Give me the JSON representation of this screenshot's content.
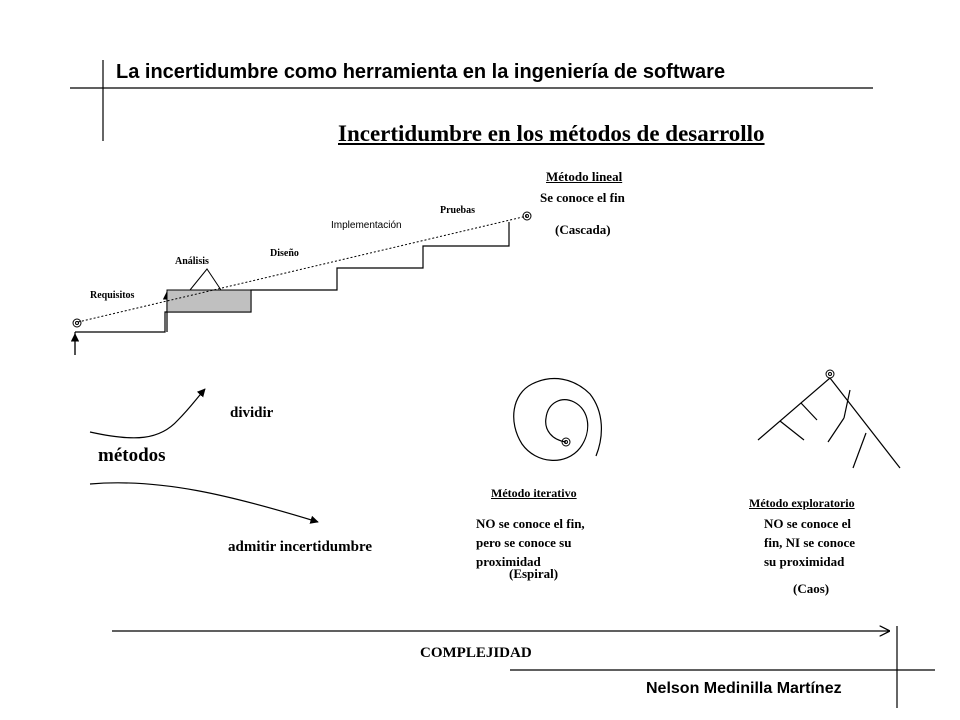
{
  "header": {
    "title": "La incertidumbre como herramienta en la ingeniería de software"
  },
  "slide": {
    "heading": "Incertidumbre en los métodos de desarrollo"
  },
  "linear": {
    "name": "Método lineal",
    "desc": "Se conoce el fin",
    "alias": "(Cascada)",
    "phases": [
      "Requisitos",
      "Análisis",
      "Diseño",
      "Implementación",
      "Pruebas"
    ]
  },
  "methods": {
    "label": "métodos",
    "divide": "dividir",
    "admit": "admitir incertidumbre"
  },
  "iterative": {
    "name": "Método iterativo",
    "desc": [
      "NO se conoce el fin,",
      "pero se conoce su",
      "proximidad"
    ],
    "alias": "(Espiral)"
  },
  "exploratory": {
    "name": "Método exploratorio",
    "desc": [
      "NO se conoce el",
      "fin, NI se conoce",
      "su proximidad"
    ],
    "alias": "(Caos)"
  },
  "axis": {
    "label": "COMPLEJIDAD"
  },
  "footer": {
    "author": "Nelson Medinilla Martínez"
  }
}
